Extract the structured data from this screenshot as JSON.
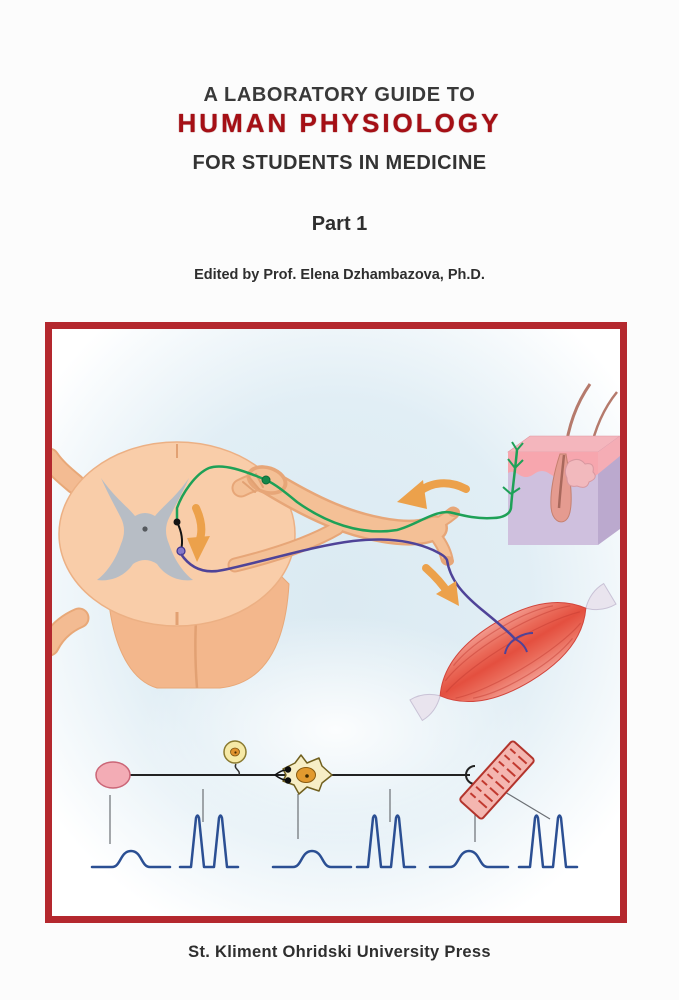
{
  "cover": {
    "title_line1": "A LABORATORY GUIDE TO",
    "title_line2": "HUMAN PHYSIOLOGY",
    "title_line3": "FOR STUDENTS IN MEDICINE",
    "part_label": "Part 1",
    "editor_line": "Edited by Prof. Elena Dzhambazova, Ph.D.",
    "publisher": "St. Kliment Ohridski University Press"
  },
  "colors": {
    "title_text_dark": "#393939",
    "title_accent_red": "#a50f15",
    "frame_red": "#b4282e",
    "illustration_background_blue": "#e0eef5",
    "sensory_fiber_green": "#1ea157",
    "motor_fiber_purple": "#4f4398",
    "interneuron_black": "#141414",
    "direction_arrow_orange": "#eca14b",
    "trace_blue": "#2b4f93",
    "nerve_peach": "#f4c096",
    "gray_matter": "#b7bdc5",
    "muscle_red": "#e44f3f",
    "skin_dermis_lavender": "#cfc0de",
    "skin_epidermis_pink": "#f7a6ae"
  },
  "illustration": {
    "kind": "reflex-arc-diagram",
    "reflex_arc_elements": [
      "spinal-cord-cross-section",
      "gray-matter-butterfly",
      "central-canal",
      "dorsal-root-ganglion",
      "spinal-nerve",
      "skin-section",
      "hair-shafts",
      "hair-follicle",
      "sebaceous-gland",
      "free-nerve-endings",
      "sensory-fiber",
      "interneuron",
      "motor-fiber",
      "skeletal-muscle",
      "direction-arrows"
    ],
    "signal_chain_elements": [
      "receptor-ending",
      "sensory-neuron-soma",
      "motor-neuron-soma",
      "synaptic-boutons",
      "muscle-fiber",
      "motor-end-plate",
      "axon-line"
    ],
    "potential_traces": [
      "receptor-potential-bump",
      "action-potential-spikes",
      "synaptic-potential-bump",
      "action-potential-spikes",
      "end-plate-potential-bump",
      "action-potential-spikes"
    ]
  }
}
